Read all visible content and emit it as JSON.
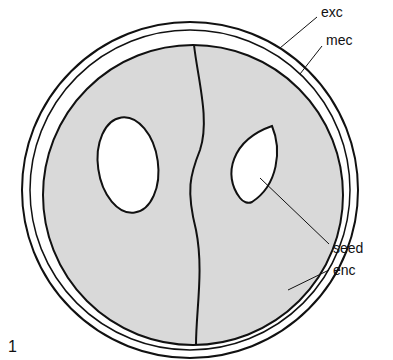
{
  "diagram": {
    "labels": [
      "exc",
      "mec",
      "seed",
      "enc",
      "1"
    ]
  }
}
